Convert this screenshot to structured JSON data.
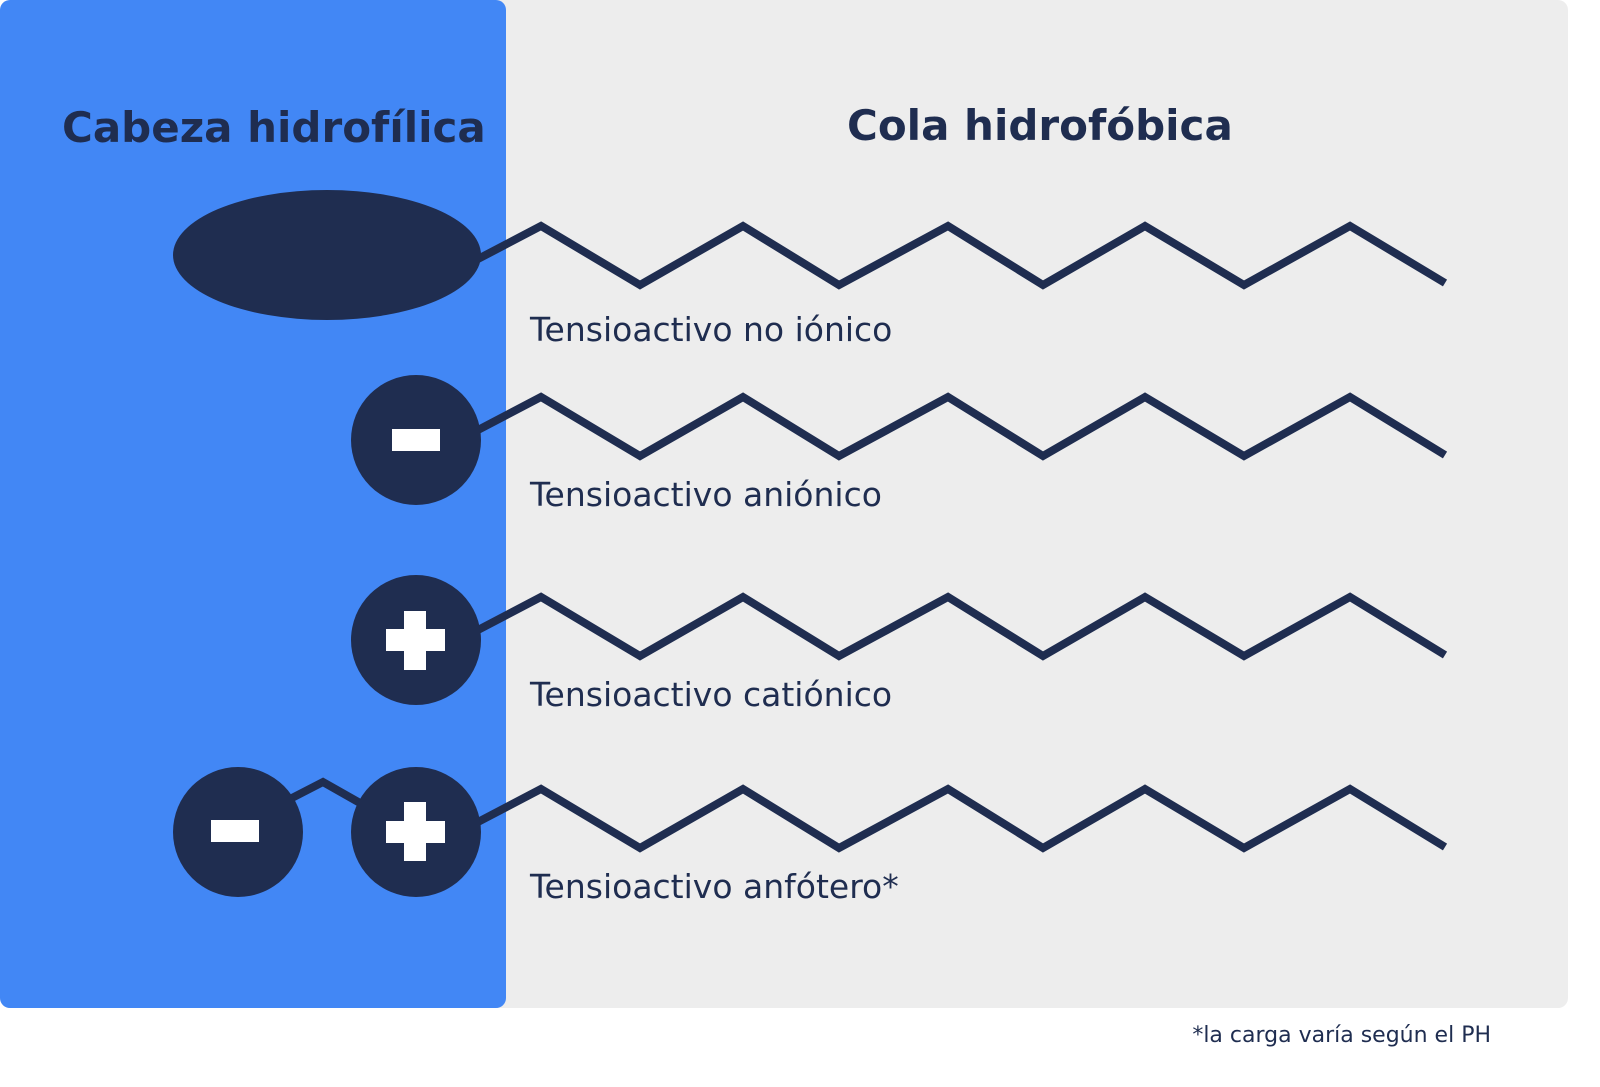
{
  "colors": {
    "head_region": "#4287f5",
    "tail_region": "#ededed",
    "navy": "#1f2d50",
    "symbol": "#ffffff"
  },
  "headings": {
    "head": "Cabeza hidrofílica",
    "tail": "Cola hidrofóbica"
  },
  "surfactants": [
    {
      "label": "Tensioactivo no iónico",
      "head_type": "nonionic",
      "head_icon": "ellipse-head-icon"
    },
    {
      "label": "Tensioactivo aniónico",
      "head_type": "anionic",
      "head_icon": "minus-circle-icon"
    },
    {
      "label": "Tensioactivo catiónico",
      "head_type": "cationic",
      "head_icon": "plus-circle-icon"
    },
    {
      "label": "Tensioactivo anfótero*",
      "head_type": "amphoteric",
      "head_icon": "minus-plus-circles-icon"
    }
  ],
  "footnote": "*la carga varía según el PH"
}
